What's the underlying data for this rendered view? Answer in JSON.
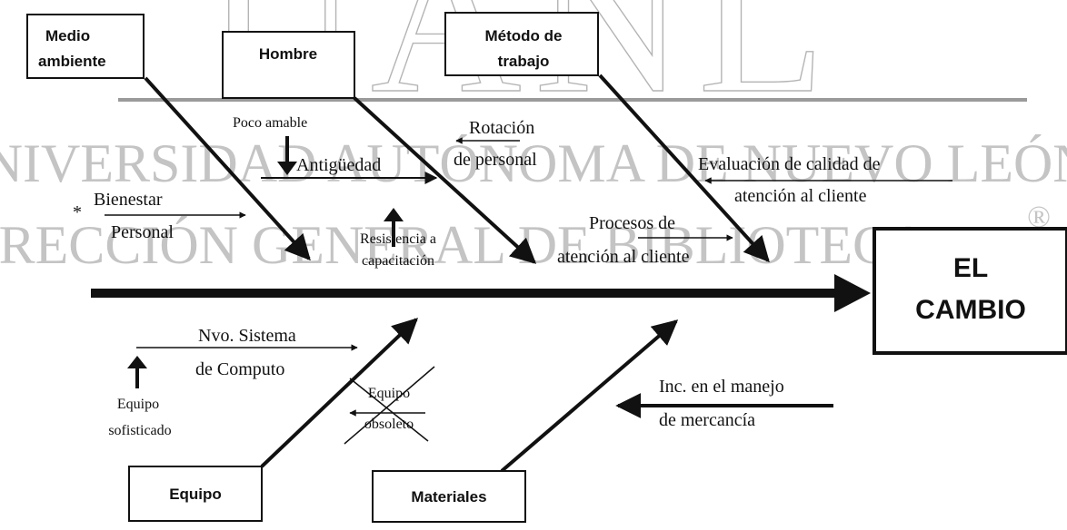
{
  "watermark": {
    "big_letters": "UANL",
    "line1": "UNIVERSIDAD AUTÓNOMA DE NUEVO LEÓN",
    "line2": "DIRECCIÓN GENERAL DE BIBLIOTECAS",
    "registered": "®"
  },
  "effect": {
    "line1": "EL",
    "line2": "CAMBIO"
  },
  "categories": {
    "medio_ambiente": {
      "line1": "Medio",
      "line2": "ambiente"
    },
    "hombre": {
      "label": "Hombre"
    },
    "metodo": {
      "line1": "Método de",
      "line2": "trabajo"
    },
    "equipo": {
      "label": "Equipo"
    },
    "materiales": {
      "label": "Materiales"
    }
  },
  "causes": {
    "bienestar": {
      "line1": "Bienestar",
      "line2": "Personal",
      "marker": "*"
    },
    "poco_amable": "Poco amable",
    "antiguedad": "Antigüedad",
    "resistencia": {
      "line1": "Resistencia a",
      "line2": "capacitación"
    },
    "rotacion": {
      "line1": "Rotación",
      "line2": "de personal"
    },
    "evaluacion": {
      "line1": "Evaluación de calidad de",
      "line2": "atención al cliente"
    },
    "procesos": {
      "line1": "Procesos de",
      "line2": "atención al cliente"
    },
    "nvo_sistema": {
      "line1": "Nvo. Sistema",
      "line2": "de Computo"
    },
    "equipo_sofisticado": {
      "line1": "Equipo",
      "line2": "sofisticado"
    },
    "equipo_obsoleto": {
      "line1": "Equipo",
      "line2": "obsoleto",
      "crossed_out": true
    },
    "inc_manejo": {
      "line1": "Inc. en el manejo",
      "line2": "de mercancía"
    }
  }
}
